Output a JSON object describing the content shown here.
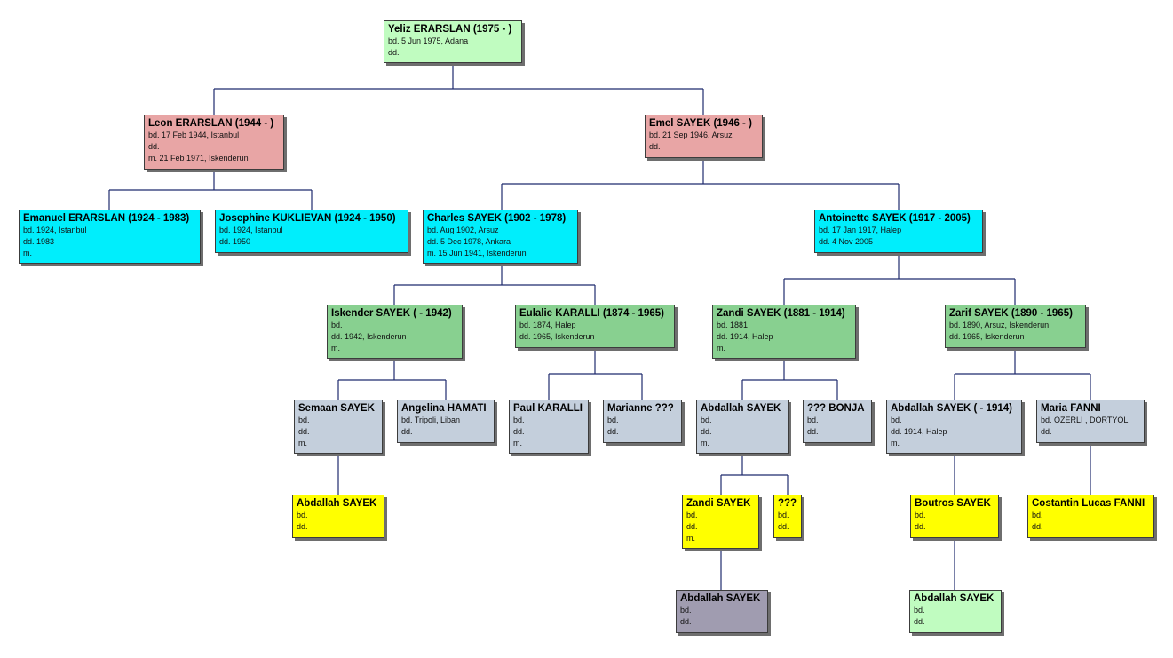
{
  "palette": {
    "line": "#1f2a6e",
    "green-light": "#c0fcc0",
    "pink": "#e8a5a5",
    "cyan": "#00eefc",
    "green": "#88d090",
    "grey": "#c4cfdc",
    "yellow": "#ffff00",
    "purple": "#a09cb0"
  },
  "people": {
    "yeliz": {
      "name": "Yeliz ERARSLAN (1975 - )",
      "lines": [
        "bd. 5 Jun 1975, Adana",
        "dd."
      ]
    },
    "leon": {
      "name": "Leon ERARSLAN (1944 - )",
      "lines": [
        "bd. 17 Feb 1944, Istanbul",
        "dd.",
        "m. 21 Feb 1971, Iskenderun"
      ]
    },
    "emel": {
      "name": "Emel SAYEK (1946 - )",
      "lines": [
        "bd. 21 Sep 1946, Arsuz",
        "dd."
      ]
    },
    "emanuel": {
      "name": "Emanuel ERARSLAN (1924 - 1983)",
      "lines": [
        "bd. 1924, Istanbul",
        "dd. 1983",
        "m."
      ]
    },
    "josephine": {
      "name": "Josephine KUKLIEVAN (1924 - 1950)",
      "lines": [
        "bd. 1924, Istanbul",
        "dd. 1950"
      ]
    },
    "charles": {
      "name": "Charles SAYEK (1902 - 1978)",
      "lines": [
        "bd. Aug 1902, Arsuz",
        "dd. 5 Dec 1978, Ankara",
        "m. 15 Jun 1941, Iskenderun"
      ]
    },
    "antoinette": {
      "name": "Antoinette SAYEK (1917 - 2005)",
      "lines": [
        "bd. 17 Jan 1917, Halep",
        "dd. 4 Nov 2005"
      ]
    },
    "iskender": {
      "name": "Iskender SAYEK ( - 1942)",
      "lines": [
        "bd.",
        "dd. 1942, Iskenderun",
        "m."
      ]
    },
    "eulalie": {
      "name": "Eulalie KARALLI (1874 - 1965)",
      "lines": [
        "bd. 1874, Halep",
        "dd. 1965, Iskenderun"
      ]
    },
    "zandi1": {
      "name": "Zandi SAYEK (1881 - 1914)",
      "lines": [
        "bd. 1881",
        "dd. 1914, Halep",
        "m."
      ]
    },
    "zarif": {
      "name": "Zarif SAYEK (1890 - 1965)",
      "lines": [
        "bd. 1890, Arsuz, Iskenderun",
        "dd. 1965, Iskenderun"
      ]
    },
    "semaan": {
      "name": "Semaan SAYEK",
      "lines": [
        "bd.",
        "dd.",
        "m."
      ]
    },
    "angelina": {
      "name": "Angelina HAMATI",
      "lines": [
        "bd. Tripoli, Liban",
        "dd."
      ]
    },
    "paul": {
      "name": "Paul KARALLI",
      "lines": [
        "bd.",
        "dd.",
        "m."
      ]
    },
    "marianne": {
      "name": "Marianne ???",
      "lines": [
        "bd.",
        "dd."
      ]
    },
    "abdallah1": {
      "name": "Abdallah SAYEK",
      "lines": [
        "bd.",
        "dd.",
        "m."
      ]
    },
    "bonja": {
      "name": "??? BONJA",
      "lines": [
        "bd.",
        "dd."
      ]
    },
    "abdallah2": {
      "name": "Abdallah SAYEK ( - 1914)",
      "lines": [
        "bd.",
        "dd. 1914, Halep",
        "m."
      ]
    },
    "maria": {
      "name": "Maria FANNI",
      "lines": [
        "bd. OZERLI , DORTYOL",
        "dd."
      ]
    },
    "abdallah3": {
      "name": "Abdallah SAYEK",
      "lines": [
        "bd.",
        "dd."
      ]
    },
    "zandi2": {
      "name": "Zandi SAYEK",
      "lines": [
        "bd.",
        "dd.",
        "m."
      ]
    },
    "unknown": {
      "name": "???",
      "lines": [
        "bd.",
        "dd."
      ]
    },
    "boutros": {
      "name": "Boutros SAYEK",
      "lines": [
        "bd.",
        "dd."
      ]
    },
    "costantin": {
      "name": "Costantin Lucas FANNI",
      "lines": [
        "bd.",
        "dd."
      ]
    },
    "abdallah4": {
      "name": "Abdallah SAYEK",
      "lines": [
        "bd.",
        "dd."
      ]
    },
    "abdallah5": {
      "name": "Abdallah SAYEK",
      "lines": [
        "bd.",
        "dd."
      ]
    }
  }
}
